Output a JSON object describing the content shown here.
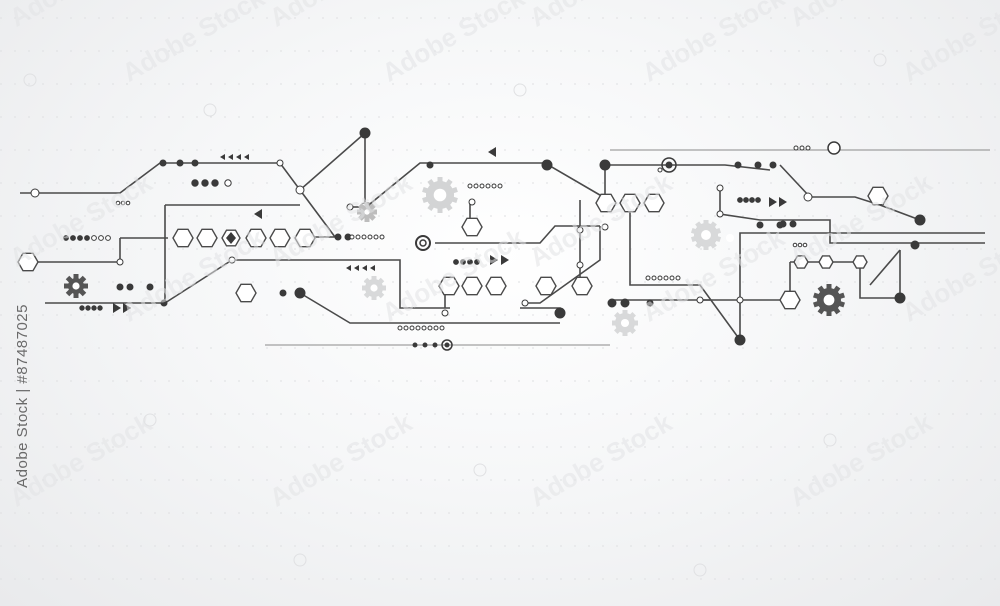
{
  "stock_label": "Adobe Stock | #87487025",
  "watermark_text": "Adobe Stock",
  "colors": {
    "background_center": "#ffffff",
    "background_edge": "#e9eaec",
    "circuit_line": "#4a4a4a",
    "node_dark": "#3a3a3a",
    "faded_pattern": "#d9dbdd",
    "gear": "#5a5a5a",
    "gear_faded": "#dcdcdc"
  },
  "icons": [
    "circuit-trace",
    "hexagon-node",
    "gear-icon",
    "arrow-indicator",
    "target-ring"
  ]
}
